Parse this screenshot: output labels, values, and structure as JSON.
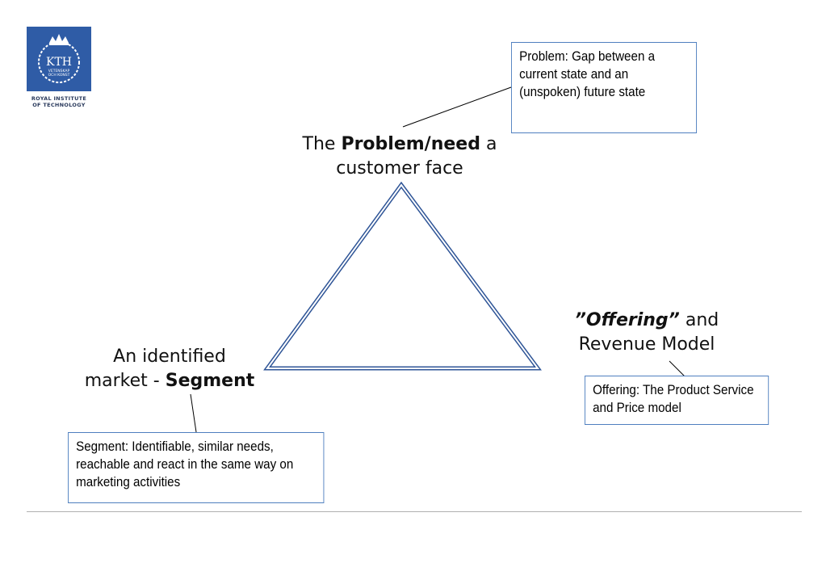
{
  "logo": {
    "abbr": "KTH",
    "motto_line1": "VETENSKAP",
    "motto_line2": "OCH KONST",
    "caption_line1": "ROYAL INSTITUTE",
    "caption_line2": "OF TECHNOLOGY"
  },
  "vertices": {
    "top": {
      "pre": "The ",
      "bold": "Problem/need",
      "post": " a",
      "line2": "customer face"
    },
    "left": {
      "line1": "An identified",
      "pre": "market - ",
      "bold": "Segment"
    },
    "right": {
      "bold": "”Offering”",
      "post": " and",
      "line2": "Revenue Model"
    }
  },
  "callouts": {
    "problem": "Problem: Gap between a current state and an (unspoken) future state",
    "segment": "Segment: Identifiable,  similar needs, reachable and react in the same way on marketing activities",
    "offering": "Offering: The Product Service and Price model"
  },
  "colors": {
    "triangle": "#2f5597",
    "callout_border": "#4f7fbf",
    "logo": "#2f5ca6"
  }
}
